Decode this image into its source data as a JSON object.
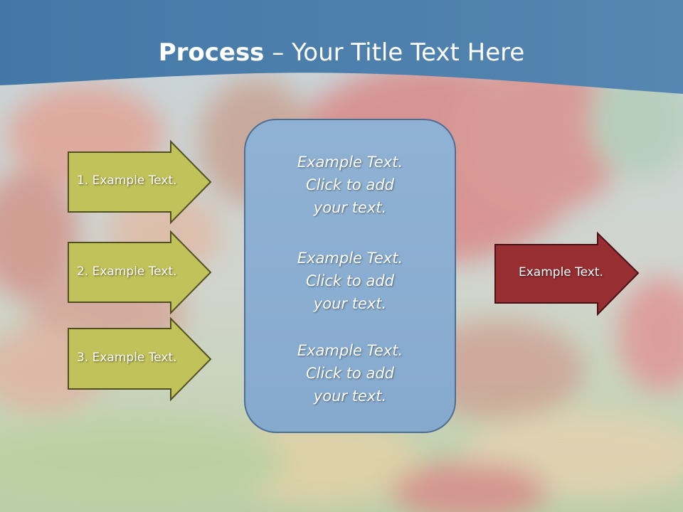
{
  "title": {
    "bold": "Process",
    "rest": " – Your Title Text Here"
  },
  "colors": {
    "header_blue": "#4a7eac",
    "arrow_green": "#c2c25a",
    "arrow_green_border": "#4f4f22",
    "center_box": "#8aaed2",
    "center_box_border": "#4e6e93",
    "arrow_red": "#962e32",
    "arrow_red_border": "#4a1114"
  },
  "left_arrows": [
    {
      "label": "1. Example Text."
    },
    {
      "label": "2. Example Text."
    },
    {
      "label": "3. Example Text."
    }
  ],
  "center_box": {
    "blocks": [
      {
        "lines": [
          "Example Text.",
          "Click  to add",
          "your text."
        ]
      },
      {
        "lines": [
          "Example Text.",
          "Click  to add",
          "your text."
        ]
      },
      {
        "lines": [
          "Example Text.",
          "Click  to add",
          "your text."
        ]
      }
    ]
  },
  "right_arrow": {
    "label": "Example Text."
  }
}
